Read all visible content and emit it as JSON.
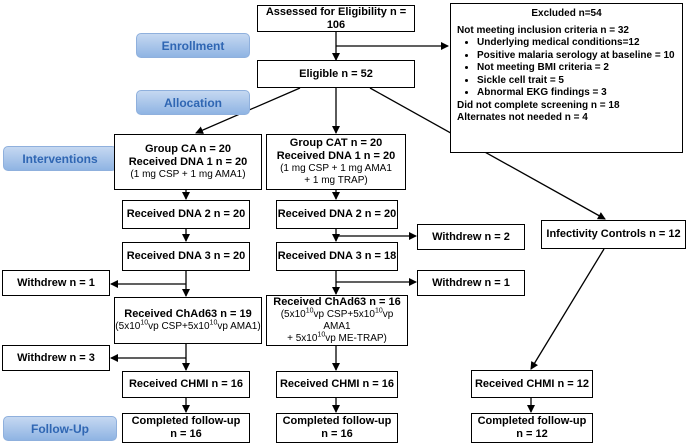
{
  "stages": {
    "enrollment": "Enrollment",
    "allocation": "Allocation",
    "interventions": "Interventions",
    "followup": "Follow-Up"
  },
  "assessed": "Assessed for Eligibility n = 106",
  "eligible": "Eligible n = 52",
  "excluded": {
    "title": "Excluded n=54",
    "not_meeting": "Not meeting inclusion criteria n = 32",
    "items": [
      "Underlying medical conditions=12",
      "Positive malaria serology at baseline = 10",
      "Not meeting BMI criteria = 2",
      "Sickle cell trait = 5",
      "Abnormal EKG findings = 3"
    ],
    "incomplete": "Did not complete screening n = 18",
    "alternates": "Alternates not needed n = 4"
  },
  "group_ca": {
    "title": "Group CA n = 20",
    "dna1": "Received DNA 1 n = 20",
    "dna1_detail": "(1 mg CSP + 1 mg AMA1)",
    "dna2": "Received DNA 2 n = 20",
    "dna3": "Received DNA 3 n = 20",
    "withdrew_1": "Withdrew n = 1",
    "chad": "Received ChAd63 n = 19",
    "chad_parts": {
      "p1": "(5x10",
      "e1": "10",
      "p2": "vp CSP+5x10",
      "e2": "10",
      "p3": "vp AMA1)"
    },
    "withdrew_2": "Withdrew n = 3",
    "chmi": "Received CHMI n = 16",
    "followup_line1": "Completed follow-up",
    "followup_line2": "n = 16"
  },
  "group_cat": {
    "title": "Group CAT n = 20",
    "dna1": "Received DNA 1 n = 20",
    "dna1_detail1": "(1 mg CSP + 1 mg AMA1",
    "dna1_detail2": "+ 1 mg TRAP)",
    "dna2": "Received DNA 2 n = 20",
    "withdrew_1": "Withdrew n = 2",
    "dna3": "Received DNA 3 n = 18",
    "withdrew_2": "Withdrew n = 1",
    "chad": "Received ChAd63 n = 16",
    "chad_parts": {
      "p1": "(5x10",
      "e1": "10",
      "p2": "vp CSP+5x10",
      "e2": "10",
      "p3": "vp AMA1",
      "p4": "+ 5x10",
      "e3": "10",
      "p5": "vp ME-TRAP)"
    },
    "chmi": "Received CHMI n = 16",
    "followup_line1": "Completed follow-up",
    "followup_line2": "n = 16"
  },
  "infectivity": {
    "title": "Infectivity Controls n = 12",
    "chmi": "Received CHMI n = 12",
    "followup_line1": "Completed follow-up",
    "followup_line2": "n = 12"
  }
}
